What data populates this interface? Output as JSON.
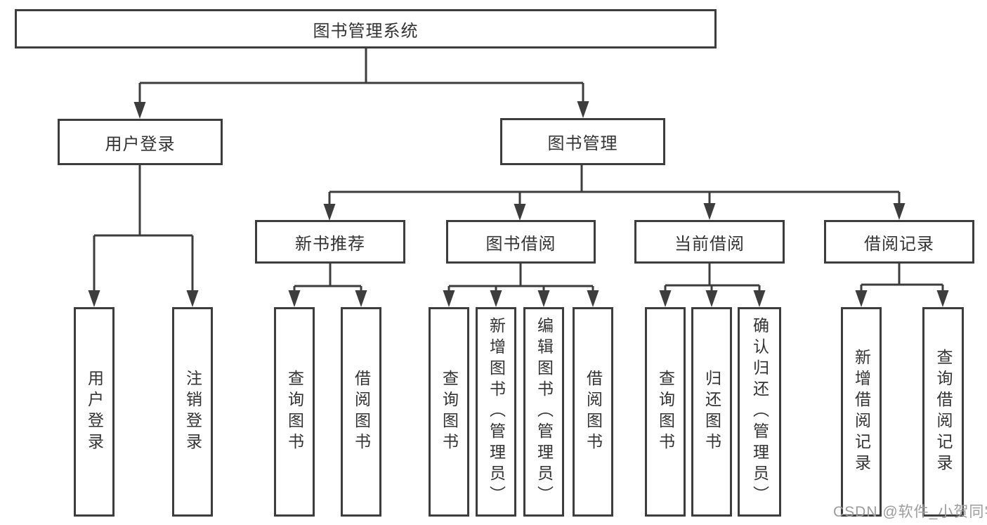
{
  "diagram_title": "图书管理系统",
  "tree": {
    "root": {
      "label": "图书管理系统"
    },
    "children": [
      {
        "label": "用户登录",
        "children": [
          {
            "label": "用户登录"
          },
          {
            "label": "注销登录"
          }
        ]
      },
      {
        "label": "图书管理",
        "children": [
          {
            "label": "新书推荐",
            "children": [
              {
                "label": "查询图书"
              },
              {
                "label": "借阅图书"
              }
            ]
          },
          {
            "label": "图书借阅",
            "children": [
              {
                "label": "查询图书"
              },
              {
                "label": "新增图书（管理员）"
              },
              {
                "label": "编辑图书（管理员）"
              },
              {
                "label": "借阅图书"
              }
            ]
          },
          {
            "label": "当前借阅",
            "children": [
              {
                "label": "查询图书"
              },
              {
                "label": "归还图书"
              },
              {
                "label": "确认归还（管理员）"
              }
            ]
          },
          {
            "label": "借阅记录",
            "children": [
              {
                "label": "新增借阅记录"
              },
              {
                "label": "查询借阅记录"
              }
            ]
          }
        ]
      }
    ]
  },
  "watermark": {
    "text": "CSDN @软件_小贺同学"
  },
  "colors": {
    "box_border": "#3d3d3d",
    "connector": "#3d3d3d",
    "text": "#333333",
    "watermark": "#9c9c9c",
    "background": "#ffffff"
  }
}
